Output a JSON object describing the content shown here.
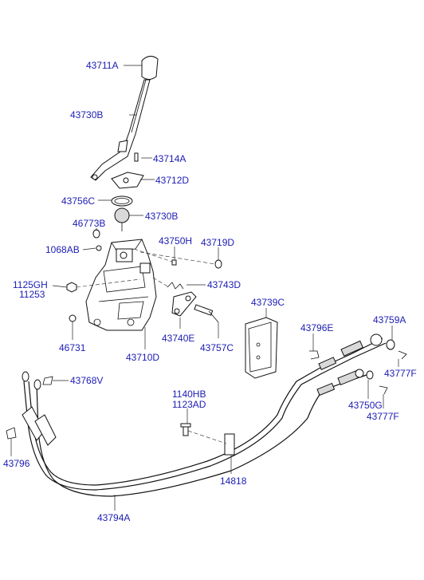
{
  "labels": {
    "p43711A": "43711A",
    "p43730B_a": "43730B",
    "p43714A": "43714A",
    "p43712D": "43712D",
    "p43756C": "43756C",
    "p43730B_b": "43730B",
    "p46773B": "46773B",
    "p1068AB": "1068AB",
    "p43750H": "43750H",
    "p43719D": "43719D",
    "p1125GH": "1125GH",
    "p11253": "11253",
    "p43743D": "43743D",
    "p43739C": "43739C",
    "p43759A": "43759A",
    "p43796E": "43796E",
    "p46731": "46731",
    "p43710D": "43710D",
    "p43740E": "43740E",
    "p43757C": "43757C",
    "p43777F_a": "43777F",
    "p43768V": "43768V",
    "p1140HB": "1140HB",
    "p1123AD": "1123AD",
    "p43750G": "43750G",
    "p43777F_b": "43777F",
    "p43796": "43796",
    "p14818": "14818",
    "p43794A": "43794A"
  },
  "colors": {
    "label": "#1c1cb4",
    "line": "#111111",
    "background": "#ffffff"
  }
}
